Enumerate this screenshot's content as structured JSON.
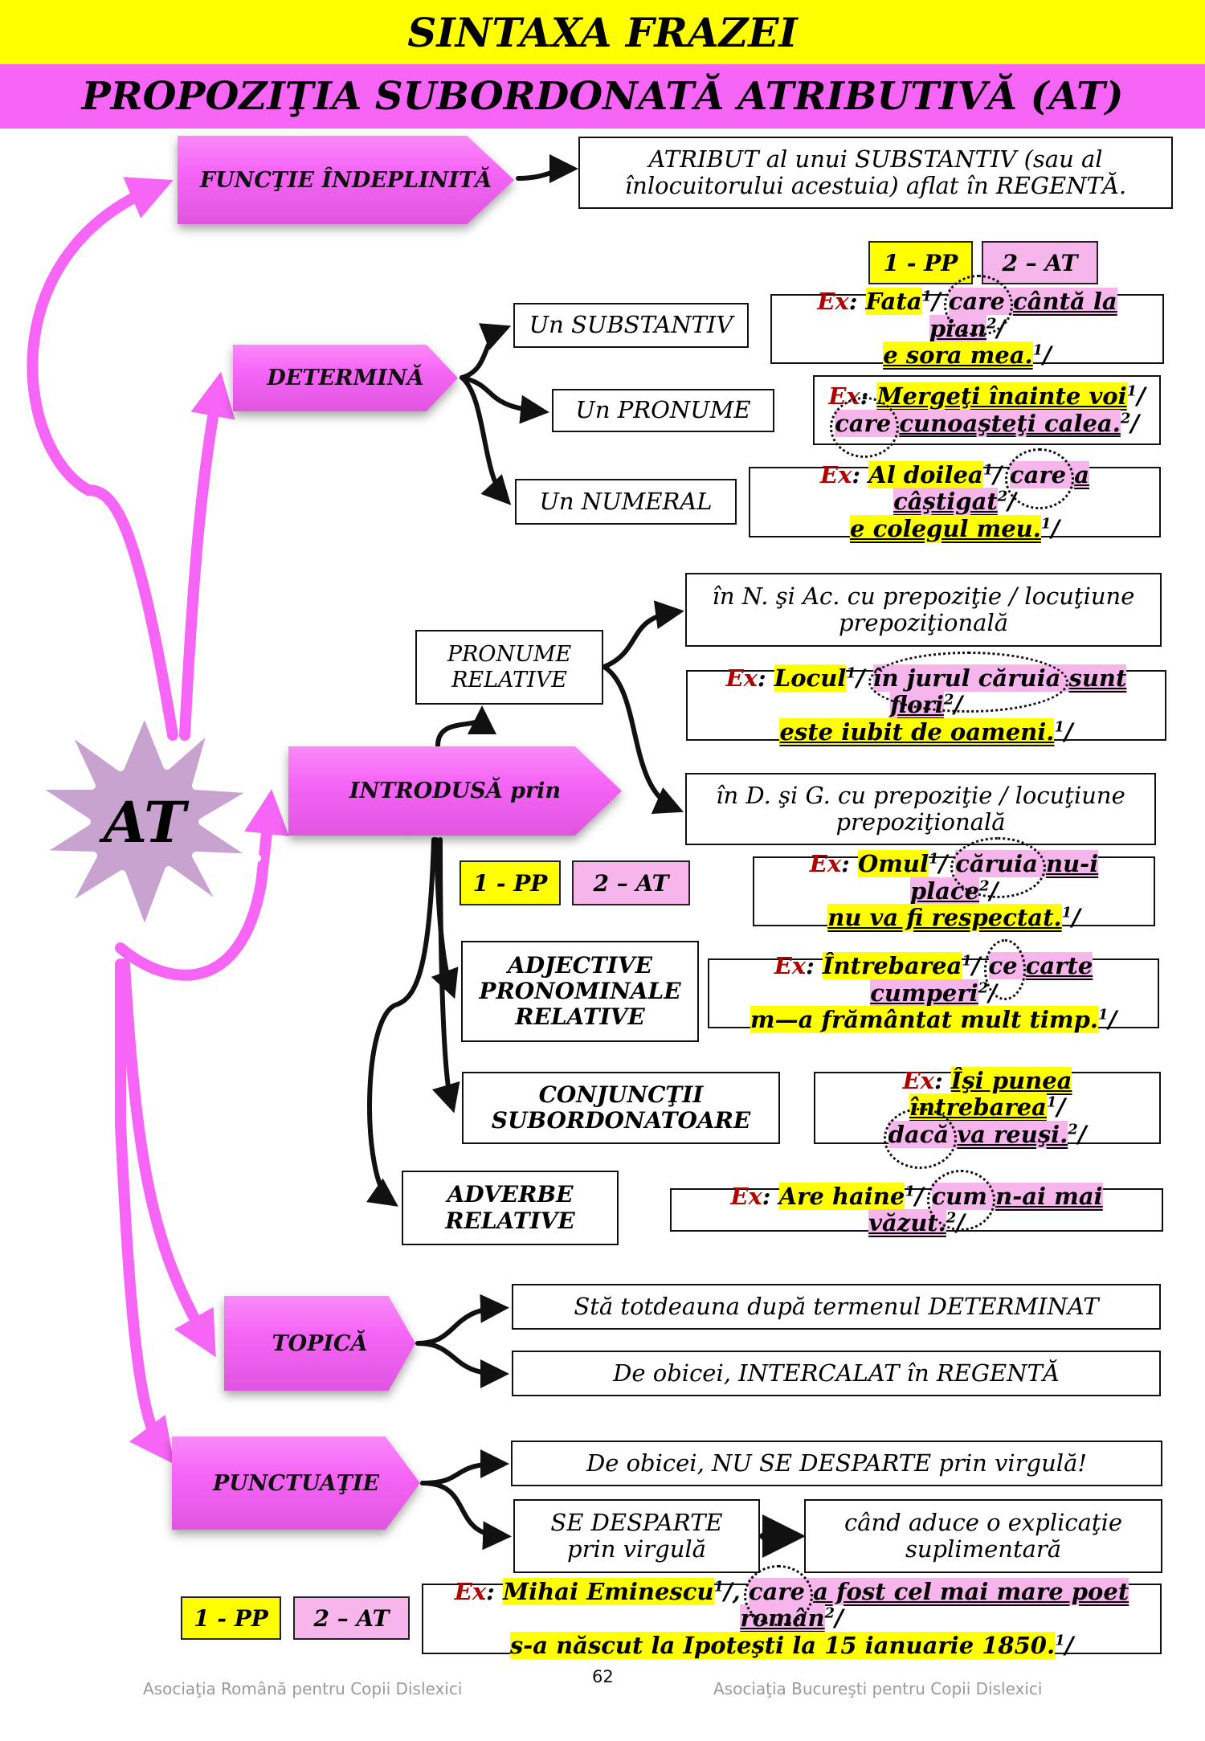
{
  "header": {
    "title": "SINTAXA FRAZEI",
    "subtitle": "PROPOZIŢIA SUBORDONATĂ ATRIBUTIVĂ (AT)"
  },
  "colors": {
    "yellow": "#ffff00",
    "magenta": "#f765f7",
    "pink": "#f6b6ec",
    "example_label": "#b00000",
    "star": "#c9a3cf"
  },
  "center": {
    "label": "AT",
    "icon": "starburst-icon"
  },
  "legend": {
    "pp": "1 - PP",
    "at": "2 – AT"
  },
  "functie": {
    "label": "FUNCŢIE ÎNDEPLINITĂ",
    "value": "ATRIBUT al unui SUBSTANTIV (sau al înlocuitorului acestuia) aflat în REGENTĂ."
  },
  "determina": {
    "label": "DETERMINĂ",
    "items": [
      {
        "label": "Un SUBSTANTIV",
        "example": {
          "ex": "Ex",
          "pp1": "Fata",
          "relative": "care",
          "at": "cântă la pian",
          "pp2": "e sora mea."
        }
      },
      {
        "label": "Un PRONUME",
        "example": {
          "ex": "Ex",
          "pp1": "Mergeţi înainte voi",
          "relative": "care",
          "at": "cunoaşteţi calea.",
          "pp2": ""
        }
      },
      {
        "label": "Un NUMERAL",
        "example": {
          "ex": "Ex",
          "pp1": "Al doilea",
          "relative": "care",
          "at": "a câştigat",
          "pp2": "e colegul meu."
        }
      }
    ]
  },
  "introdusa": {
    "label": "INTRODUSĂ prin",
    "pronume_relative": {
      "label": "PRONUME RELATIVE",
      "case1": "în N. şi Ac. cu prepoziţie / locuţiune prepoziţională",
      "example1": {
        "ex": "Ex",
        "pp1": "Locul",
        "relative": "în jurul căruia",
        "at": "sunt flori",
        "pp2": "este iubit de oameni."
      },
      "case2": "în D. şi G. cu prepoziţie / locuţiune prepoziţională",
      "example2": {
        "ex": "Ex",
        "pp1": "Omul",
        "relative": "căruia",
        "at": "nu-i place",
        "pp2": "nu va fi respectat."
      }
    },
    "adjective": {
      "label": "ADJECTIVE PRONOMINALE RELATIVE",
      "example": {
        "ex": "Ex",
        "pp1": "Întrebarea",
        "relative": "ce",
        "at": "carte cumperi",
        "pp2": "m—a frământat mult timp."
      }
    },
    "conjunctii": {
      "label": "CONJUNCŢII SUBORDONATOARE",
      "example": {
        "ex": "Ex",
        "pp1": "Îşi punea întrebarea",
        "relative": "dacă",
        "at": "va reuşi.",
        "pp2": ""
      }
    },
    "adverbe": {
      "label": "ADVERBE RELATIVE",
      "example": {
        "ex": "Ex",
        "pp1": "Are haine",
        "relative": "cum",
        "at": "n-ai mai văzut.",
        "pp2": ""
      }
    }
  },
  "topica": {
    "label": "TOPICĂ",
    "items": [
      "Stă totdeauna după termenul DETERMINAT",
      "De obicei, INTERCALAT în REGENTĂ"
    ]
  },
  "punctuatie": {
    "label": "PUNCTUAŢIE",
    "rule1": "De obicei, NU SE DESPARTE prin virgulă!",
    "rule2": "SE DESPARTE prin virgulă",
    "rule2_when": "când aduce o explicaţie suplimentară",
    "example": {
      "ex": "Ex",
      "pp1": "Mihai Eminescu",
      "relative": "care",
      "at": "a fost cel mai mare poet român",
      "pp2": "s-a născut la Ipoteşti la 15 ianuarie 1850."
    }
  },
  "footer": {
    "left": "Asociaţia Română pentru Copii Dislexici",
    "page": "62",
    "right": "Asociaţia Bucureşti pentru Copii Dislexici"
  }
}
